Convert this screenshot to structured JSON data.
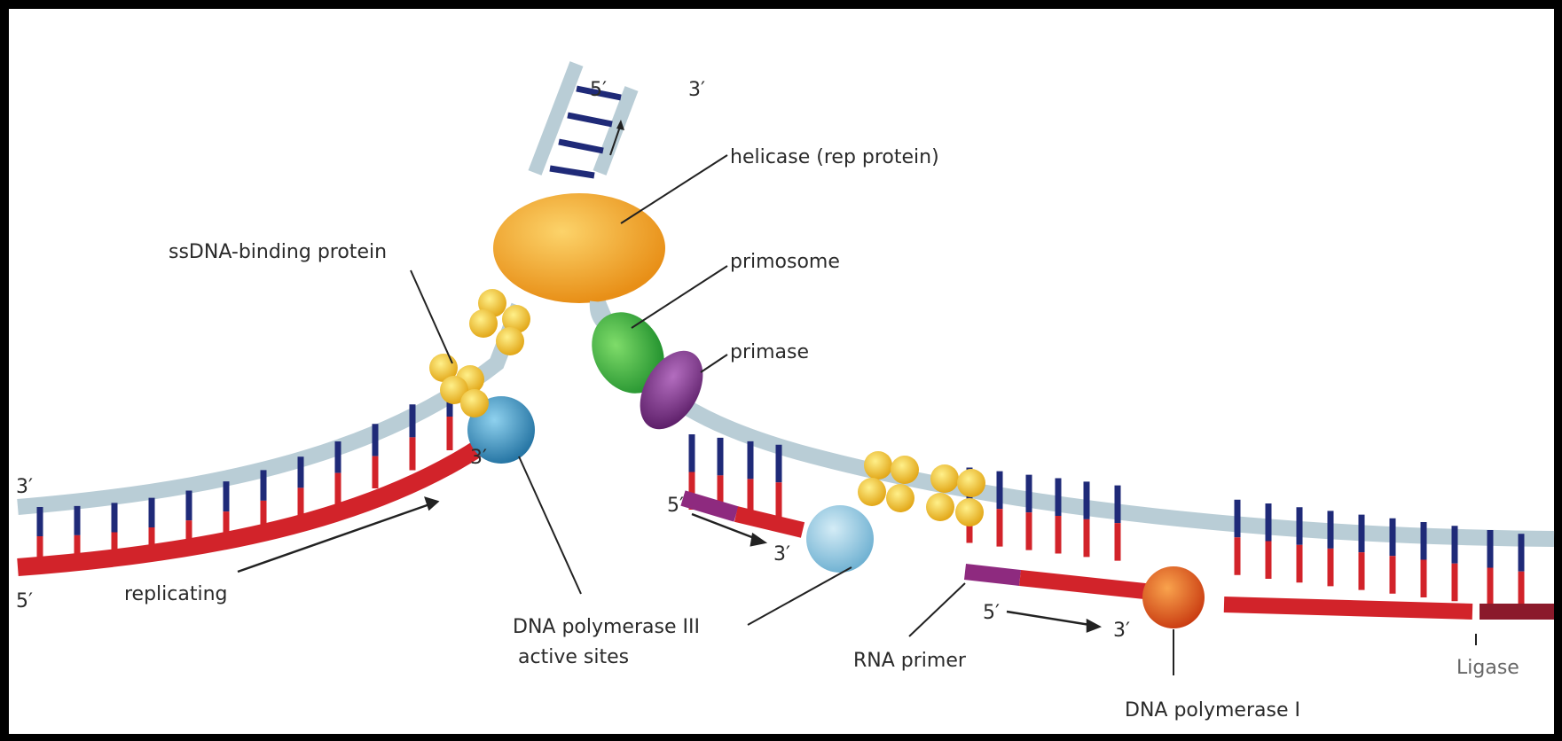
{
  "labels": {
    "helicase": "helicase (rep protein)",
    "ssdna": "ssDNA-binding protein",
    "primosome": "primosome",
    "primase": "primase",
    "replicating": "replicating",
    "pol3_line1": "DNA polymerase III",
    "pol3_line2": "active sites",
    "rna_primer": "RNA primer",
    "pol1": "DNA polymerase I",
    "ligase": "Ligase"
  },
  "ends": {
    "top_5": "5′",
    "top_3": "3′",
    "left_3": "3′",
    "left_5": "5′",
    "leading_3": "3′",
    "frag1_5": "5′",
    "frag1_3": "3′",
    "frag2_5": "5′",
    "frag2_3": "3′"
  },
  "colors": {
    "background": "#ffffff",
    "frame": "#000000",
    "backbone": "#b9cdd6",
    "new_strand": "#d2232a",
    "rna_primer": "#8e2a7f",
    "rung_blue": "#1f2a78",
    "helicase": "#f4a72a",
    "primosome": "#2fae3a",
    "primase": "#7b2c86",
    "ssb": "#f2c21b",
    "pol3": "#2f8fc4",
    "pol3_light": "#6fb6d9",
    "pol1": "#e5541c",
    "ligase_segment": "#8b1a2b"
  }
}
